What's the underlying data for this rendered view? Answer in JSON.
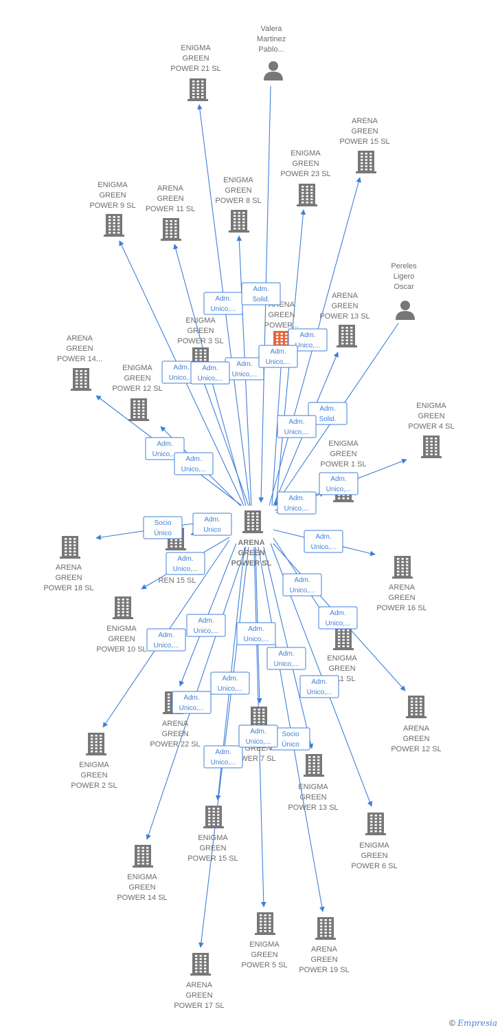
{
  "colors": {
    "edge": "#3d7fd8",
    "node_icon": "#777777",
    "focus_icon": "#e8643c"
  },
  "focus": {
    "id": "center",
    "lines": [
      "ARENA",
      "GREEN",
      "POWER  SL"
    ]
  },
  "nodes": [
    {
      "id": "eg21",
      "icon": "building-icon",
      "lines": [
        "ENIGMA",
        "GREEN",
        "POWER 21  SL"
      ]
    },
    {
      "id": "valera",
      "icon": "person-icon",
      "lines": [
        "Valera",
        "Martinez",
        "Pablo..."
      ]
    },
    {
      "id": "ag15a",
      "icon": "building-icon",
      "lines": [
        "ARENA",
        "GREEN",
        "POWER 15  SL"
      ]
    },
    {
      "id": "eg23",
      "icon": "building-icon",
      "lines": [
        "ENIGMA",
        "GREEN",
        "POWER 23  SL"
      ]
    },
    {
      "id": "eg9",
      "icon": "building-icon",
      "lines": [
        "ENIGMA",
        "GREEN",
        "POWER 9  SL"
      ]
    },
    {
      "id": "ag11a",
      "icon": "building-icon",
      "lines": [
        "ARENA",
        "GREEN",
        "POWER 11  SL"
      ]
    },
    {
      "id": "eg8",
      "icon": "building-icon",
      "lines": [
        "ENIGMA",
        "GREEN",
        "POWER 8  SL"
      ]
    },
    {
      "id": "pereles",
      "icon": "person-icon",
      "lines": [
        "Pereles",
        "Ligero",
        "Oscar"
      ]
    },
    {
      "id": "agp",
      "icon": "building-focus-icon",
      "lines": [
        "ARENA",
        "GREEN",
        "POWER..."
      ]
    },
    {
      "id": "ag13a",
      "icon": "building-icon",
      "lines": [
        "ARENA",
        "GREEN",
        "POWER 13  SL"
      ]
    },
    {
      "id": "eg3",
      "icon": "building-icon",
      "lines": [
        "ENIGMA",
        "GREEN",
        "POWER 3  SL"
      ]
    },
    {
      "id": "ag14",
      "icon": "building-icon",
      "lines": [
        "ARENA",
        "GREEN",
        "POWER 14..."
      ]
    },
    {
      "id": "eg12",
      "icon": "building-icon",
      "lines": [
        "ENIGMA",
        "GREEN",
        "POWER 12  SL"
      ]
    },
    {
      "id": "eg4",
      "icon": "building-icon",
      "lines": [
        "ENIGMA",
        "GREEN",
        "POWER 4  SL"
      ]
    },
    {
      "id": "eg1",
      "icon": "building-icon",
      "lines": [
        "ENIGMA",
        "GREEN",
        "POWER 1  SL"
      ]
    },
    {
      "id": "ag18",
      "icon": "building-icon",
      "lines": [
        "ARENA",
        "GREEN",
        "POWER 18  SL"
      ]
    },
    {
      "id": "sren15",
      "icon": "building-icon",
      "lines": [
        "SO",
        "PO",
        "REN 15  SL"
      ]
    },
    {
      "id": "ag16",
      "icon": "building-icon",
      "lines": [
        "ARENA",
        "GREEN",
        "POWER 16  SL"
      ]
    },
    {
      "id": "eg10",
      "icon": "building-icon",
      "lines": [
        "ENIGMA",
        "GREEN",
        "POWER 10  SL"
      ]
    },
    {
      "id": "eg11",
      "icon": "building-icon",
      "lines": [
        "ENIGMA",
        "GREEN",
        "R 11  SL"
      ]
    },
    {
      "id": "ag12",
      "icon": "building-icon",
      "lines": [
        "ARENA",
        "GREEN",
        "POWER 12  SL"
      ]
    },
    {
      "id": "ag22",
      "icon": "building-icon",
      "lines": [
        "ARENA",
        "GREEN",
        "POWER 22  SL"
      ]
    },
    {
      "id": "eg2",
      "icon": "building-icon",
      "lines": [
        "ENIGMA",
        "GREEN",
        "POWER 2  SL"
      ]
    },
    {
      "id": "ag7",
      "icon": "building-icon",
      "lines": [
        "",
        "GREEN",
        "WER 7  SL"
      ]
    },
    {
      "id": "ag13b",
      "icon": "building-icon",
      "lines": [
        "ENIGMA",
        "GREEN",
        "POWER 13  SL"
      ]
    },
    {
      "id": "eg6",
      "icon": "building-icon",
      "lines": [
        "ENIGMA",
        "GREEN",
        "POWER 6  SL"
      ]
    },
    {
      "id": "eg15",
      "icon": "building-icon",
      "lines": [
        "ENIGMA",
        "GREEN",
        "POWER 15  SL"
      ]
    },
    {
      "id": "eg14",
      "icon": "building-icon",
      "lines": [
        "ENIGMA",
        "GREEN",
        "POWER 14  SL"
      ]
    },
    {
      "id": "eg5",
      "icon": "building-icon",
      "lines": [
        "ENIGMA",
        "GREEN",
        "POWER 5  SL"
      ]
    },
    {
      "id": "ag19",
      "icon": "building-icon",
      "lines": [
        "ARENA",
        "GREEN",
        "POWER 19  SL"
      ]
    },
    {
      "id": "ag17",
      "icon": "building-icon",
      "lines": [
        "ARENA",
        "GREEN",
        "POWER 17  SL"
      ]
    }
  ],
  "edges": [
    {
      "from": "center",
      "to": "eg21",
      "lines": [
        "Adm.",
        "Unico,..."
      ]
    },
    {
      "from": "valera",
      "to": "center",
      "lines": [
        "Adm.",
        "Solid."
      ]
    },
    {
      "from": "center",
      "to": "ag15a",
      "lines": [
        "Adm.",
        "Unico,..."
      ]
    },
    {
      "from": "center",
      "to": "eg23",
      "lines": [
        "Adm.",
        "Unico,..."
      ]
    },
    {
      "from": "center",
      "to": "eg9",
      "lines": [
        "Adm.",
        "Unico,..."
      ]
    },
    {
      "from": "center",
      "to": "ag11a",
      "lines": [
        "Adm.",
        "Unico,..."
      ]
    },
    {
      "from": "center",
      "to": "eg8",
      "lines": [
        "Adm.",
        "Unico,..."
      ]
    },
    {
      "from": "pereles",
      "to": "center",
      "lines": [
        "Adm.",
        "Solid."
      ]
    },
    {
      "from": "center",
      "to": "agp",
      "lines": [
        "Adm.",
        "Unico,..."
      ]
    },
    {
      "from": "center",
      "to": "ag13a",
      "lines": [
        "Adm.",
        "Unico,..."
      ]
    },
    {
      "from": "center",
      "to": "eg3",
      "lines": [
        "Adm.",
        "Unico,..."
      ]
    },
    {
      "from": "center",
      "to": "ag14",
      "lines": [
        "Adm.",
        "Unico,..."
      ]
    },
    {
      "from": "center",
      "to": "eg12",
      "lines": [
        "Adm.",
        "Unico,..."
      ]
    },
    {
      "from": "center",
      "to": "eg4",
      "lines": [
        "Adm.",
        "Unico,..."
      ]
    },
    {
      "from": "center",
      "to": "eg1",
      "lines": [
        "Adm.",
        "Unico,..."
      ]
    },
    {
      "from": "center",
      "to": "ag18",
      "lines": [
        "Socio",
        "Único"
      ]
    },
    {
      "from": "center",
      "to": "sren15",
      "lines": [
        "Adm.",
        "Unico"
      ]
    },
    {
      "from": "center",
      "to": "eg10",
      "lines": [
        "Adm.",
        "Unico,..."
      ]
    },
    {
      "from": "center",
      "to": "ag16",
      "lines": [
        "Adm.",
        "Unico,..."
      ]
    },
    {
      "from": "center",
      "to": "eg11",
      "lines": [
        "Adm.",
        "Unico,..."
      ]
    },
    {
      "from": "center",
      "to": "ag12",
      "lines": [
        "Adm.",
        "Unico,..."
      ]
    },
    {
      "from": "center",
      "to": "ag22",
      "lines": [
        "Adm.",
        "Unico,..."
      ]
    },
    {
      "from": "center",
      "to": "eg2",
      "lines": [
        "Adm.",
        "Unico,..."
      ]
    },
    {
      "from": "center",
      "to": "ag7",
      "lines": [
        "Adm.",
        "Unico,..."
      ]
    },
    {
      "from": "center",
      "to": "ag13b",
      "lines": [
        "Socio",
        "Único"
      ]
    },
    {
      "from": "center",
      "to": "eg6",
      "lines": [
        "Adm.",
        "Unico,..."
      ]
    },
    {
      "from": "center",
      "to": "eg15",
      "lines": [
        "Adm.",
        "Unico,..."
      ]
    },
    {
      "from": "center",
      "to": "eg14",
      "lines": [
        "Adm.",
        "Unico,..."
      ]
    },
    {
      "from": "center",
      "to": "eg5",
      "lines": [
        "Adm.",
        "Unico,..."
      ]
    },
    {
      "from": "center",
      "to": "ag19",
      "lines": [
        "Adm.",
        "Unico,..."
      ]
    },
    {
      "from": "center",
      "to": "ag17",
      "lines": [
        "Adm.",
        "Unico,..."
      ]
    }
  ],
  "footer": {
    "copyright": "©",
    "brand": "Empresia"
  }
}
